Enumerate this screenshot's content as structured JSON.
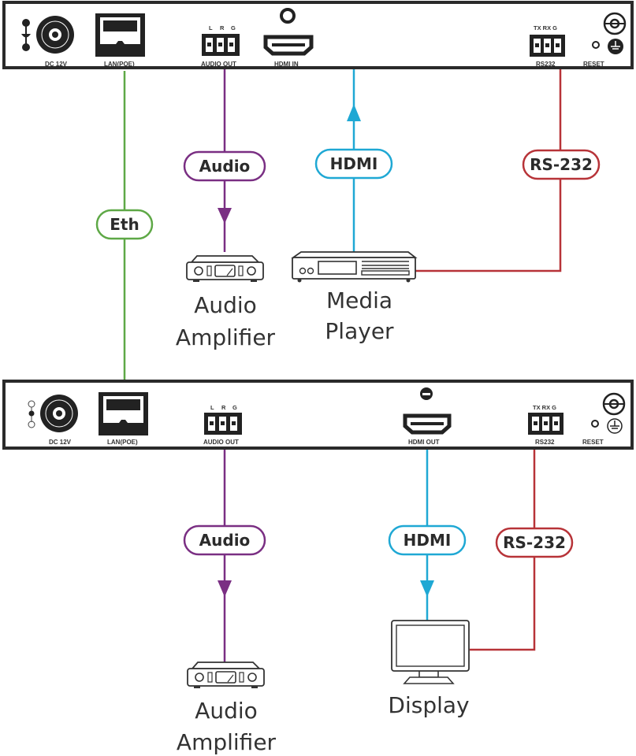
{
  "colors": {
    "eth": "#5ea846",
    "audio": "#7a2f83",
    "hdmi": "#1fa8d4",
    "rs232": "#b73338",
    "panel": "#2a2a2a"
  },
  "transmitter": {
    "dc_label": "DC 12V",
    "lan_label": "LAN(POE)",
    "audio_pins": [
      "L",
      "R",
      "G"
    ],
    "audio_label": "AUDIO OUT",
    "hdmi_label": "HDMI IN",
    "rs232_pins": "TX RX  G",
    "rs232_label": "RS232",
    "reset_label": "RESET"
  },
  "receiver": {
    "dc_label": "DC 12V",
    "lan_label": "LAN(POE)",
    "audio_pins": [
      "L",
      "R",
      "G"
    ],
    "audio_label": "AUDIO OUT",
    "hdmi_label": "HDMI OUT",
    "rs232_pins": "TX RX  G",
    "rs232_label": "RS232",
    "reset_label": "RESET"
  },
  "cables": {
    "eth": "Eth",
    "audio_top": "Audio",
    "hdmi_top": "HDMI",
    "rs232_top": "RS-232",
    "audio_bottom": "Audio",
    "hdmi_bottom": "HDMI",
    "rs232_bottom": "RS-232"
  },
  "devices": {
    "amp_top": [
      "Audio",
      "Amplifier"
    ],
    "media_player": [
      "Media",
      "Player"
    ],
    "amp_bottom": [
      "Audio",
      "Amplifier"
    ],
    "display": [
      "Display"
    ]
  }
}
